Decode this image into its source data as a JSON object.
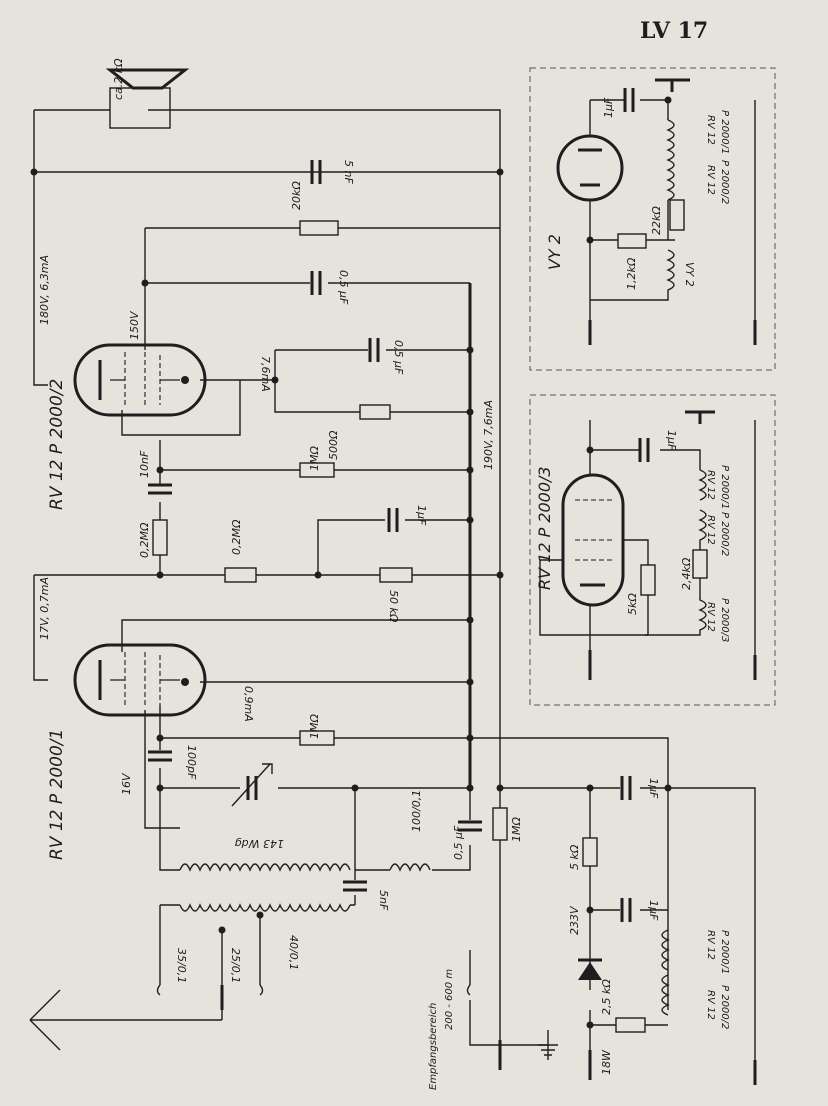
{
  "title": "LV 17",
  "speaker": "ca.2 kΩ",
  "tubes": {
    "v1": "RV 12 P 2000/1",
    "v2": "RV 12 P 2000/2",
    "vy2": "VY 2",
    "v3": "RV 12 P 2000/3"
  },
  "labels": {
    "c_5nF_top": "5 nF",
    "r_20k": "20kΩ",
    "c_05uF_a": "0,5 μF",
    "v_150": "150V",
    "v_180": "180V, 6,3mA",
    "i_76": "7,6mA",
    "c_05uF_b": "0,5 μF",
    "r_500": "500Ω",
    "r_1M_a": "1MΩ",
    "c_10nF": "10nF",
    "v_190": "190V, 7,6mA",
    "r_02M_a": "0,2MΩ",
    "r_02M_b": "0,2MΩ",
    "c_1uF_mid": "1μF",
    "r_50k": "50 kΩ",
    "v_17": "17V, 0,7mA",
    "i_09": "0,9mA",
    "r_1M_b": "1MΩ",
    "v_16": "16V",
    "c_100pF": "100pF",
    "l_143": "143 Wdg",
    "l_100": "100/0,1",
    "c_05uF_c": "0,5 μF",
    "r_1M_c": "1MΩ",
    "c_5nF_bot": "5nF",
    "l_35": "35/0,1",
    "l_25": "25/0,1",
    "l_40": "40/0,1",
    "band1": "Empfangsbereich",
    "band2": "200 - 600 m",
    "r_5k": "5 kΩ",
    "c_1uF_r1": "1μF",
    "c_1uF_r2": "1μF",
    "v_233": "233V",
    "r_25k": "2,5 kΩ",
    "w_18": "18W",
    "h_p1": "P 2000/1",
    "h_rv": "RV 12",
    "h_p2": "P 2000/2",
    "vy_c": "1μF",
    "vy_r22": "22kΩ",
    "vy_r12": "1,2kΩ",
    "vy_h": "VY 2",
    "b3_c": "1μF",
    "b3_r24": "2,4kΩ",
    "b3_r5": "5kΩ",
    "h_p3": "P 2000/3"
  }
}
